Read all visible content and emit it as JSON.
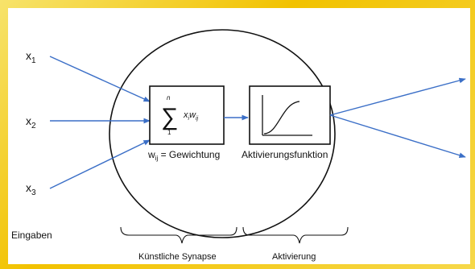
{
  "inputs": [
    {
      "base": "x",
      "sub": "1"
    },
    {
      "base": "x",
      "sub": "2"
    },
    {
      "base": "x",
      "sub": "3"
    }
  ],
  "inputs_caption": "Eingaben",
  "sum_box": {
    "upper_limit": "n",
    "sigma": "∑",
    "lower_limit": "1",
    "term": "x_i w_ij",
    "caption_base": "w",
    "caption_sub": "ij",
    "caption_rest": " = Gewichtung"
  },
  "activation_box": {
    "caption": "Aktivierungsfunktion"
  },
  "braces": {
    "synapse_label": "Künstliche Synapse",
    "activation_label": "Aktivierung"
  },
  "colors": {
    "frame": "#f2c200",
    "arrow": "#3b6fc7",
    "stroke": "#111111"
  }
}
